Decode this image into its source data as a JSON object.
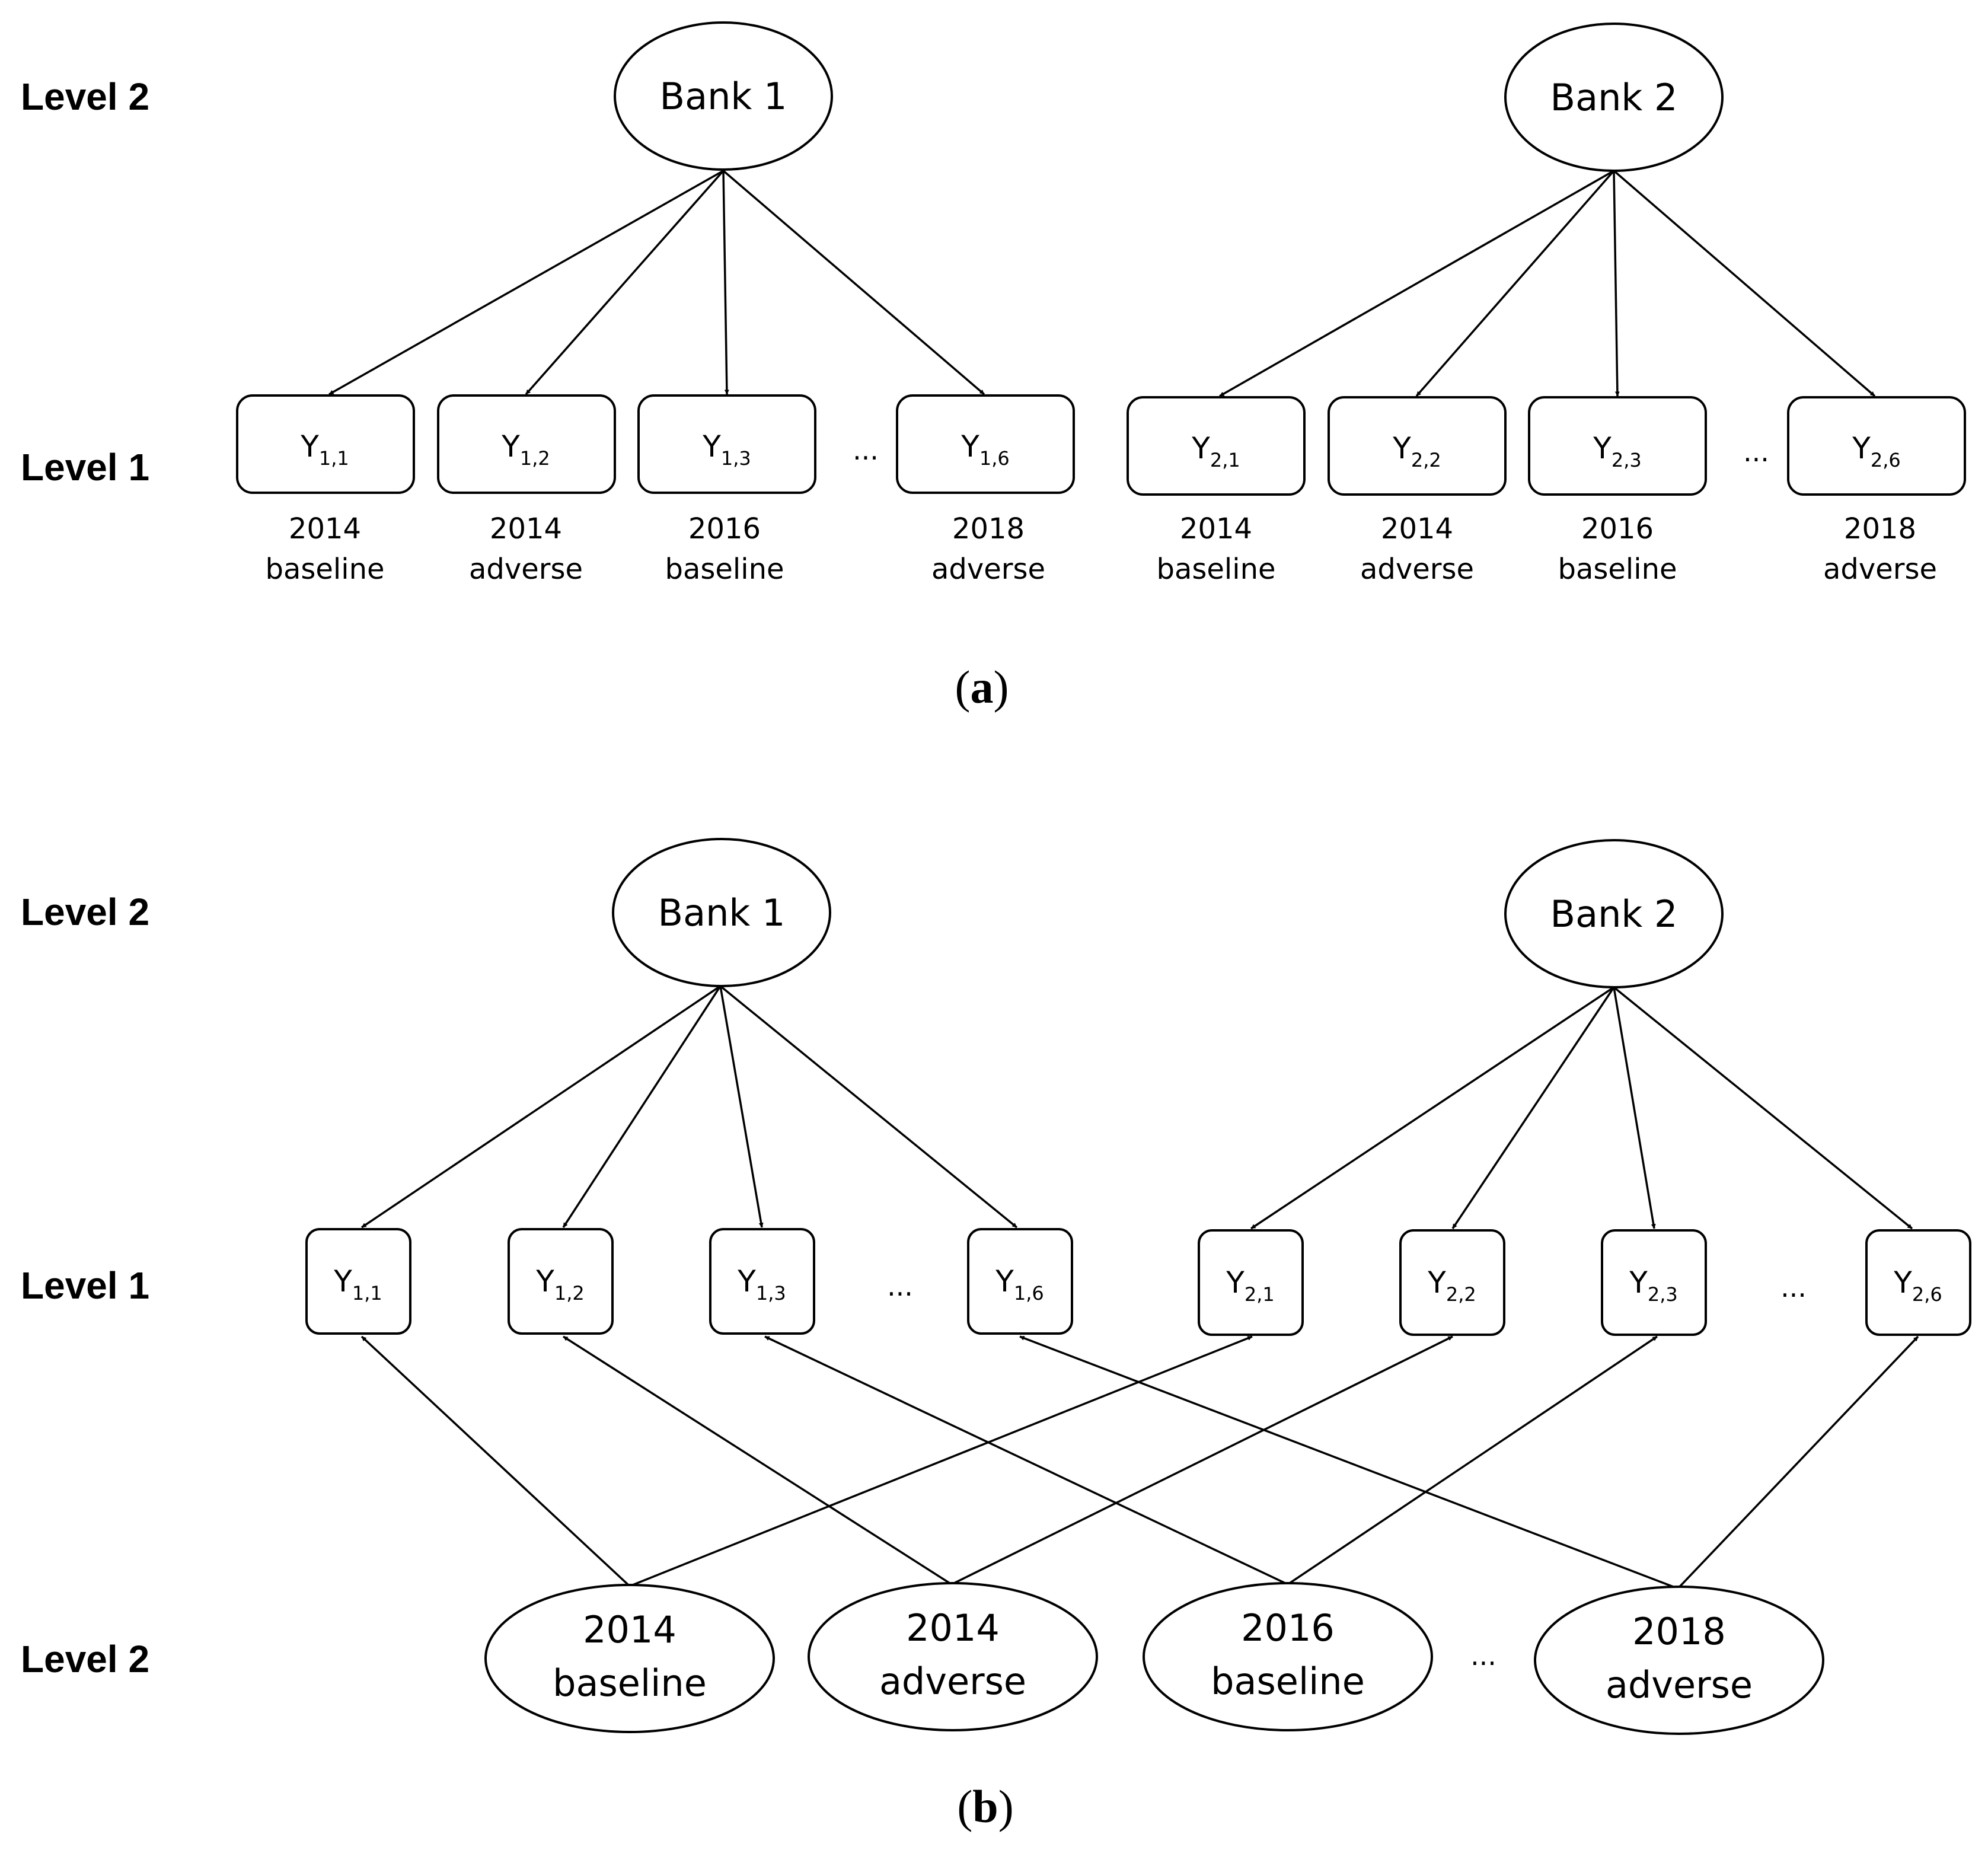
{
  "levels": {
    "level2": "Level 2",
    "level1": "Level 1"
  },
  "banks": [
    "Bank 1",
    "Bank 2"
  ],
  "ellipsis": "...",
  "panel_a": {
    "label_open": "(",
    "label_letter": "a",
    "label_close": ")",
    "bank1_items": [
      {
        "y": "Y",
        "sub": "1,1",
        "year": "2014",
        "scenario": "baseline"
      },
      {
        "y": "Y",
        "sub": "1,2",
        "year": "2014",
        "scenario": "adverse"
      },
      {
        "y": "Y",
        "sub": "1,3",
        "year": "2016",
        "scenario": "baseline"
      },
      {
        "y": "Y",
        "sub": "1,6",
        "year": "2018",
        "scenario": "adverse"
      }
    ],
    "bank2_items": [
      {
        "y": "Y",
        "sub": "2,1",
        "year": "2014",
        "scenario": "baseline"
      },
      {
        "y": "Y",
        "sub": "2,2",
        "year": "2014",
        "scenario": "adverse"
      },
      {
        "y": "Y",
        "sub": "2,3",
        "year": "2016",
        "scenario": "baseline"
      },
      {
        "y": "Y",
        "sub": "2,6",
        "year": "2018",
        "scenario": "adverse"
      }
    ]
  },
  "panel_b": {
    "label_open": "(",
    "label_letter": "b",
    "label_close": ")",
    "bank1_items": [
      {
        "y": "Y",
        "sub": "1,1"
      },
      {
        "y": "Y",
        "sub": "1,2"
      },
      {
        "y": "Y",
        "sub": "1,3"
      },
      {
        "y": "Y",
        "sub": "1,6"
      }
    ],
    "bank2_items": [
      {
        "y": "Y",
        "sub": "2,1"
      },
      {
        "y": "Y",
        "sub": "2,2"
      },
      {
        "y": "Y",
        "sub": "2,3"
      },
      {
        "y": "Y",
        "sub": "2,6"
      }
    ],
    "scenarios": [
      {
        "year": "2014",
        "scenario": "baseline"
      },
      {
        "year": "2014",
        "scenario": "adverse"
      },
      {
        "year": "2016",
        "scenario": "baseline"
      },
      {
        "year": "2018",
        "scenario": "adverse"
      }
    ]
  }
}
